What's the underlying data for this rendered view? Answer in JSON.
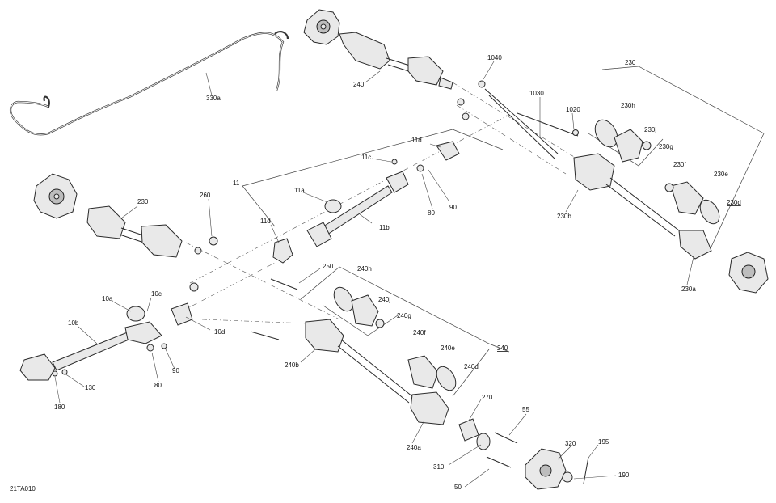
{
  "diagram_id": "21TA010",
  "callouts": {
    "c330a": "330a",
    "c1040": "1040",
    "c1030": "1030",
    "c1020": "1020",
    "c230_top": "230",
    "c230h": "230h",
    "c230j": "230j",
    "c230g": "230g",
    "c230f": "230f",
    "c230e": "230e",
    "c230d": "230d",
    "c230b": "230b",
    "c230a": "230a",
    "c240_top": "240",
    "c11d_top": "11d",
    "c11c": "11c",
    "c80_top": "80",
    "c90_top": "90",
    "c11": "11",
    "c11a": "11a",
    "c11b": "11b",
    "c11d": "11d",
    "c260": "260",
    "c230_left": "230",
    "c250": "250",
    "c240h": "240h",
    "c240j": "240j",
    "c240g": "240g",
    "c240f": "240f",
    "c240e": "240e",
    "c240_mid": "240",
    "c240d": "240d",
    "c240b": "240b",
    "c10a": "10a",
    "c10c": "10c",
    "c10b": "10b",
    "c10d": "10d",
    "c80_left": "80",
    "c90_left": "90",
    "c130": "130",
    "c180": "180",
    "c270": "270",
    "c55": "55",
    "c240a": "240a",
    "c320": "320",
    "c195": "195",
    "c310": "310",
    "c190": "190",
    "c50": "50"
  }
}
